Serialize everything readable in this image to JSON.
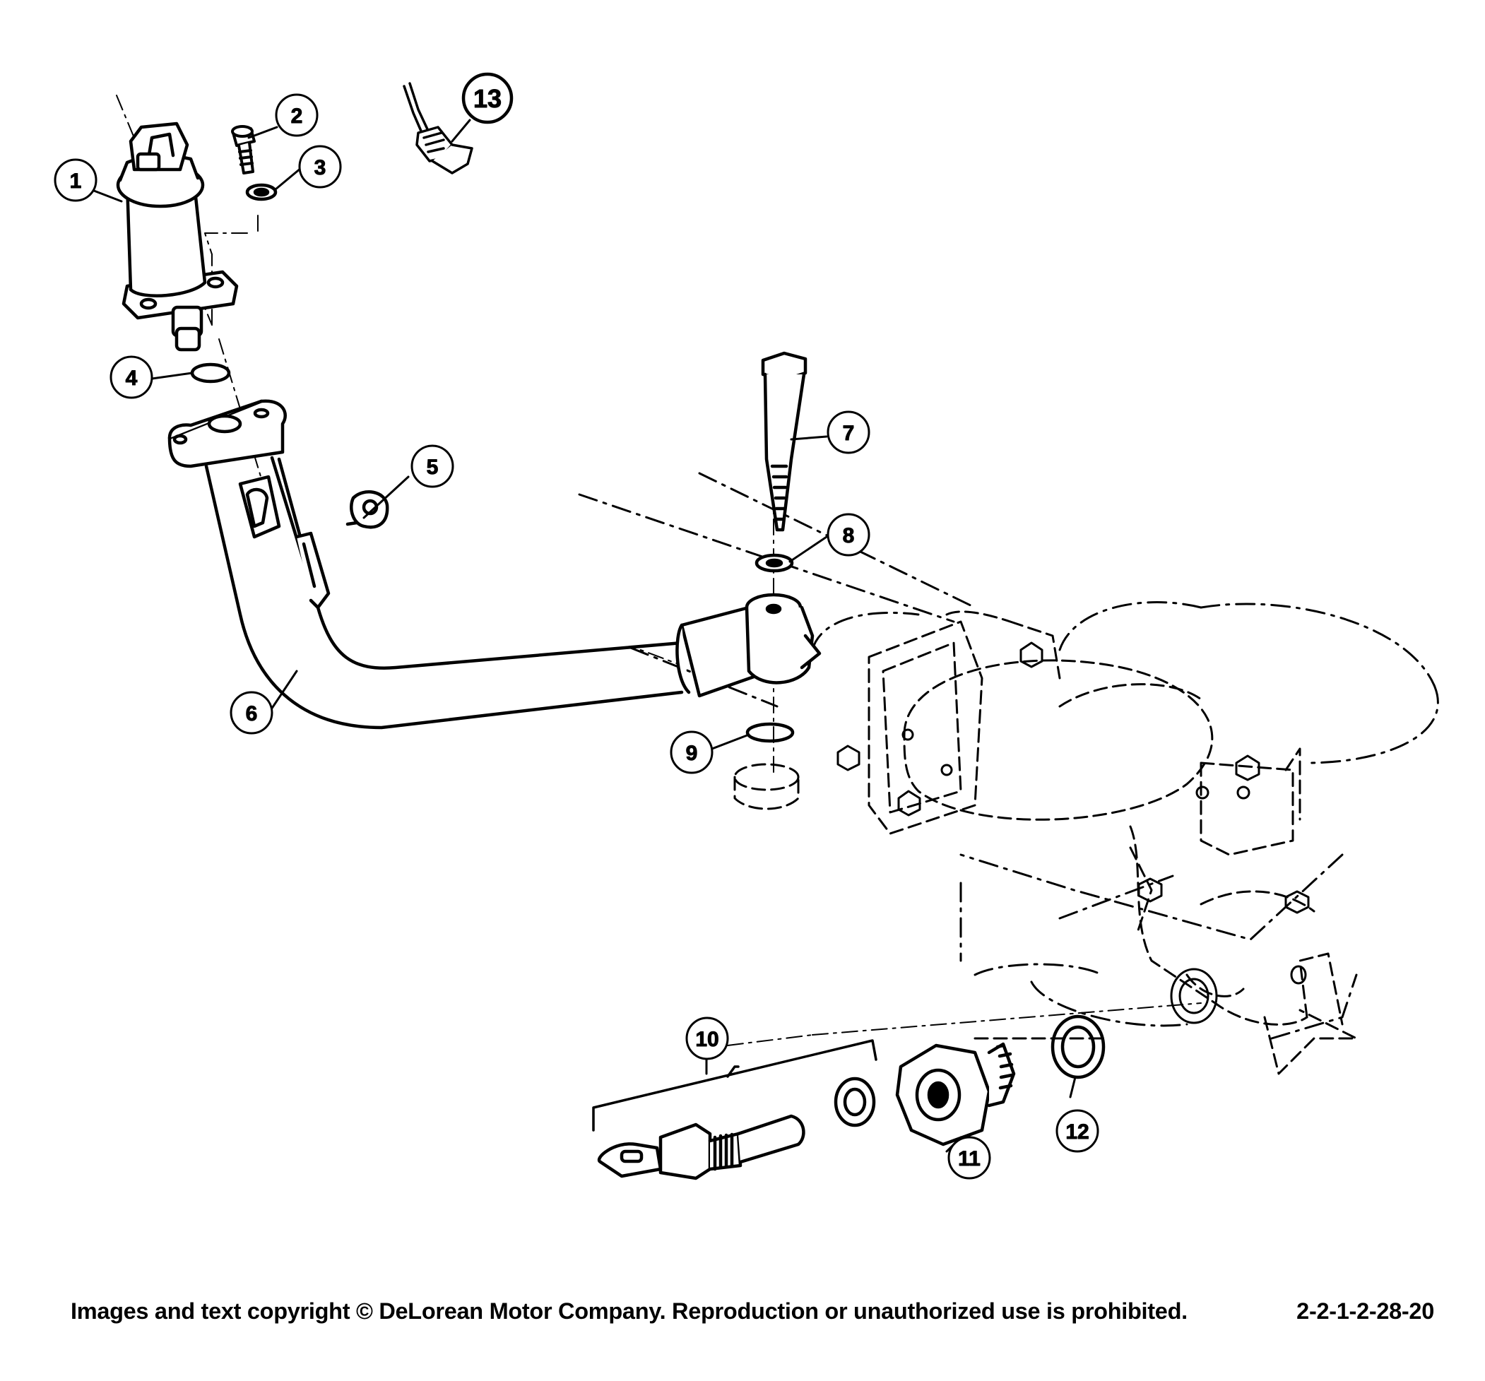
{
  "callouts": [
    {
      "id": "1",
      "label": "1"
    },
    {
      "id": "2",
      "label": "2"
    },
    {
      "id": "3",
      "label": "3"
    },
    {
      "id": "4",
      "label": "4"
    },
    {
      "id": "5",
      "label": "5"
    },
    {
      "id": "6",
      "label": "6"
    },
    {
      "id": "7",
      "label": "7"
    },
    {
      "id": "8",
      "label": "8"
    },
    {
      "id": "9",
      "label": "9"
    },
    {
      "id": "10",
      "label": "10"
    },
    {
      "id": "11",
      "label": "11"
    },
    {
      "id": "12",
      "label": "12"
    },
    {
      "id": "13",
      "label": "13"
    }
  ],
  "footer": {
    "copyright": "Images and text copyright © DeLorean Motor Company. Reproduction or unauthorized use is prohibited.",
    "part_ref": "2-2-1-2-28-20"
  },
  "colors": {
    "ink": "#000000",
    "paper": "#ffffff"
  }
}
